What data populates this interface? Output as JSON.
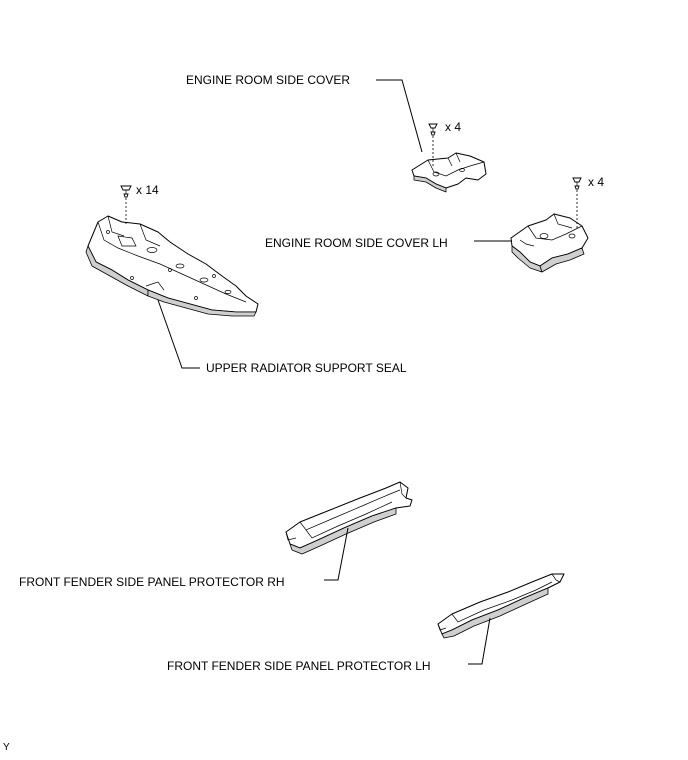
{
  "labels": {
    "engine_room_side_cover": "ENGINE ROOM SIDE COVER",
    "engine_room_side_cover_lh": "ENGINE ROOM SIDE COVER LH",
    "upper_radiator_support_seal": "UPPER RADIATOR SUPPORT SEAL",
    "front_fender_side_panel_protector_rh": "FRONT FENDER SIDE PANEL PROTECTOR RH",
    "front_fender_side_panel_protector_lh": "FRONT FENDER SIDE PANEL PROTECTOR LH"
  },
  "quantities": {
    "cover_clips": "x 4",
    "cover_lh_clips": "x 4",
    "seal_clips": "x 14"
  },
  "corner_mark": "Y",
  "icons": [
    "clip-icon"
  ]
}
